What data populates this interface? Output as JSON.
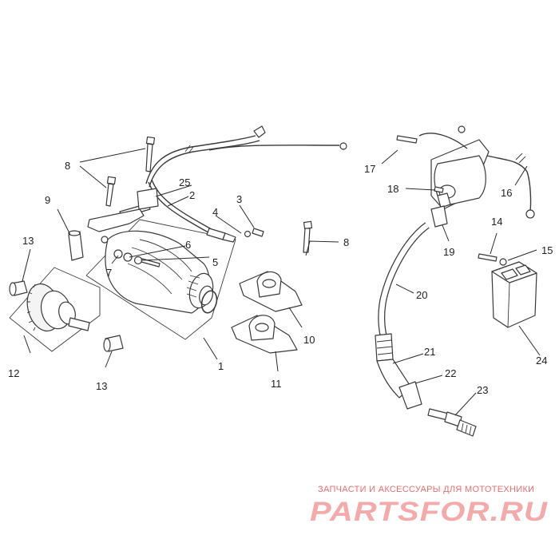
{
  "callouts": [
    "1",
    "2",
    "3",
    "4",
    "5",
    "6",
    "7",
    "8",
    "8",
    "9",
    "10",
    "11",
    "12",
    "13",
    "13",
    "14",
    "15",
    "16",
    "17",
    "18",
    "19",
    "20",
    "21",
    "22",
    "23",
    "24",
    "25"
  ],
  "watermark": {
    "caption": "ЗАПЧАСТИ И АКСЕССУАРЫ ДЛЯ МОТОТЕХНИКИ",
    "logo": "PARTSFOR.RU"
  },
  "colors": {
    "line": "#3a3a3a",
    "watermark": "#e07070",
    "watermark_logo": "#f2aaaa"
  }
}
